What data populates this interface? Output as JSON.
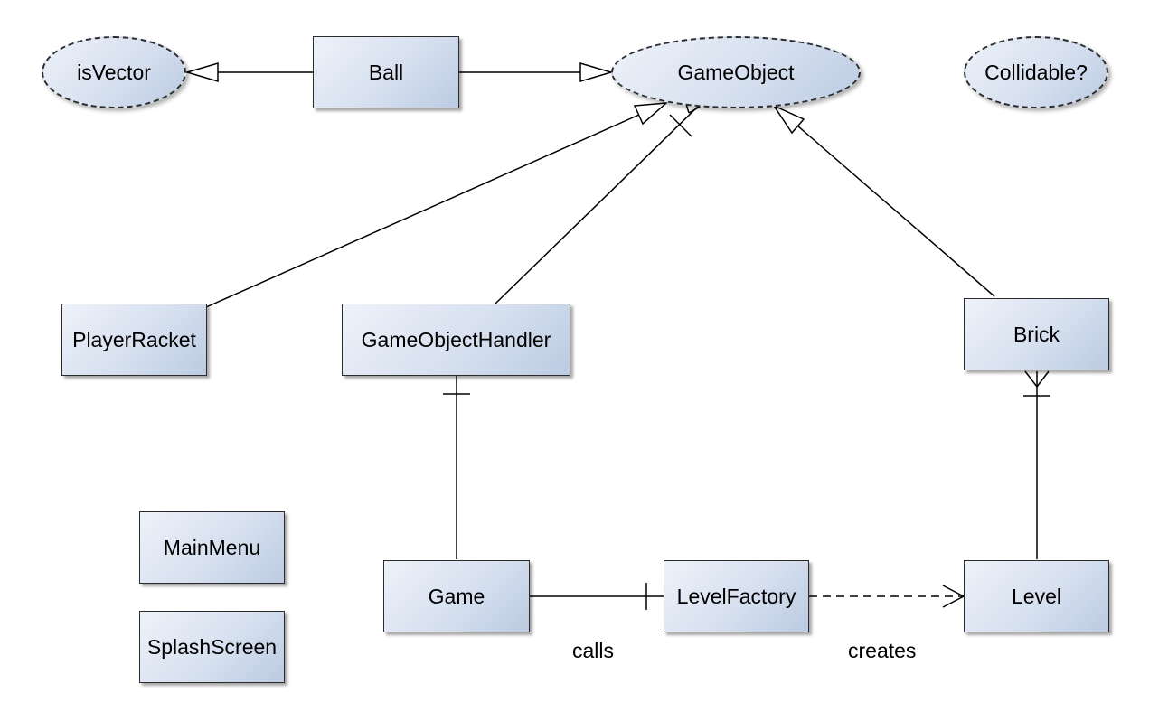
{
  "diagram": {
    "nodes": {
      "isvector": "isVector",
      "ball": "Ball",
      "gameobject": "GameObject",
      "collidable": "Collidable?",
      "playerracket": "PlayerRacket",
      "gameobjecthandler": "GameObjectHandler",
      "brick": "Brick",
      "mainmenu": "MainMenu",
      "splashscreen": "SplashScreen",
      "game": "Game",
      "levelfactory": "LevelFactory",
      "level": "Level"
    },
    "edge_labels": {
      "calls": "calls",
      "creates": "creates"
    },
    "relations": [
      {
        "from": "Ball",
        "to": "isVector",
        "kind": "realization"
      },
      {
        "from": "Ball",
        "to": "GameObject",
        "kind": "realization"
      },
      {
        "from": "PlayerRacket",
        "to": "GameObject",
        "kind": "realization"
      },
      {
        "from": "Brick",
        "to": "GameObject",
        "kind": "realization"
      },
      {
        "from": "GameObjectHandler",
        "to": "GameObject",
        "kind": "one-to-many"
      },
      {
        "from": "Game",
        "to": "GameObjectHandler",
        "kind": "one-to-one"
      },
      {
        "from": "Game",
        "to": "LevelFactory",
        "kind": "association",
        "label": "calls"
      },
      {
        "from": "LevelFactory",
        "to": "Level",
        "kind": "dependency",
        "label": "creates"
      },
      {
        "from": "Level",
        "to": "Brick",
        "kind": "one-to-many"
      }
    ],
    "colors": {
      "line": "#000000",
      "box_border": "#2b2b2b",
      "fill_light": "#eef2fa",
      "fill_dark": "#bccbe2"
    }
  }
}
